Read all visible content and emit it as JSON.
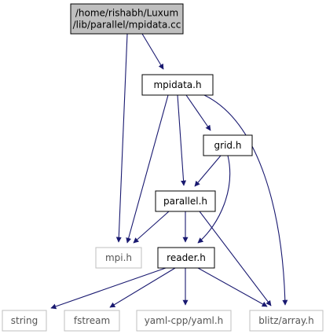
{
  "graph": {
    "nodes": [
      {
        "id": "root",
        "label_lines": [
          "/home/rishabh/Luxum",
          "/lib/parallel/mpidata.cc"
        ],
        "style": "root"
      },
      {
        "id": "mpidata",
        "label_lines": [
          "mpidata.h"
        ],
        "style": "local"
      },
      {
        "id": "grid",
        "label_lines": [
          "grid.h"
        ],
        "style": "local"
      },
      {
        "id": "parallel",
        "label_lines": [
          "parallel.h"
        ],
        "style": "local"
      },
      {
        "id": "mpi",
        "label_lines": [
          "mpi.h"
        ],
        "style": "external"
      },
      {
        "id": "reader",
        "label_lines": [
          "reader.h"
        ],
        "style": "local"
      },
      {
        "id": "string",
        "label_lines": [
          "string"
        ],
        "style": "external"
      },
      {
        "id": "fstream",
        "label_lines": [
          "fstream"
        ],
        "style": "external"
      },
      {
        "id": "yaml",
        "label_lines": [
          "yaml-cpp/yaml.h"
        ],
        "style": "external"
      },
      {
        "id": "blitz",
        "label_lines": [
          "blitz/array.h"
        ],
        "style": "external"
      }
    ],
    "edges": [
      {
        "from": "root",
        "to": "mpidata"
      },
      {
        "from": "root",
        "to": "mpi"
      },
      {
        "from": "mpidata",
        "to": "grid"
      },
      {
        "from": "mpidata",
        "to": "parallel"
      },
      {
        "from": "mpidata",
        "to": "mpi"
      },
      {
        "from": "mpidata",
        "to": "blitz"
      },
      {
        "from": "grid",
        "to": "parallel"
      },
      {
        "from": "grid",
        "to": "reader"
      },
      {
        "from": "parallel",
        "to": "mpi"
      },
      {
        "from": "parallel",
        "to": "reader"
      },
      {
        "from": "parallel",
        "to": "blitz"
      },
      {
        "from": "reader",
        "to": "string"
      },
      {
        "from": "reader",
        "to": "fstream"
      },
      {
        "from": "reader",
        "to": "yaml"
      },
      {
        "from": "reader",
        "to": "blitz"
      }
    ],
    "colors": {
      "root_fill": "#bfbfbf",
      "local_border": "#000000",
      "external_border": "#bfbfbf",
      "external_text": "#555555",
      "edge": "#191970",
      "text": "#000000"
    }
  }
}
